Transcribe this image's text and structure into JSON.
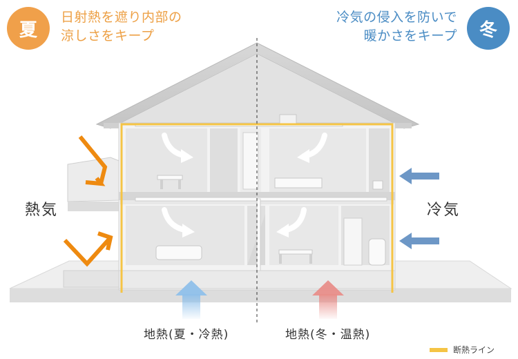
{
  "summer": {
    "badge": "夏",
    "line1": "日射熱を遮り内部の",
    "line2": "涼しさをキープ",
    "color": "#f0a04a"
  },
  "winter": {
    "badge": "冬",
    "line1": "冷気の侵入を防いで",
    "line2": "暖かさをキープ",
    "color": "#4a8cc4"
  },
  "labels": {
    "heat": "熱気",
    "cold": "冷気",
    "ground_summer": "地熱(夏・冷熱)",
    "ground_winter": "地熱(冬・温熱)"
  },
  "legend": {
    "label": "断熱ライン",
    "color": "#f5c445"
  },
  "colors": {
    "heat_arrow": "#ee8a10",
    "cold_arrow": "#6d97c6",
    "ground_cool": "#8fc0ea",
    "ground_warm": "#e88e8a"
  }
}
